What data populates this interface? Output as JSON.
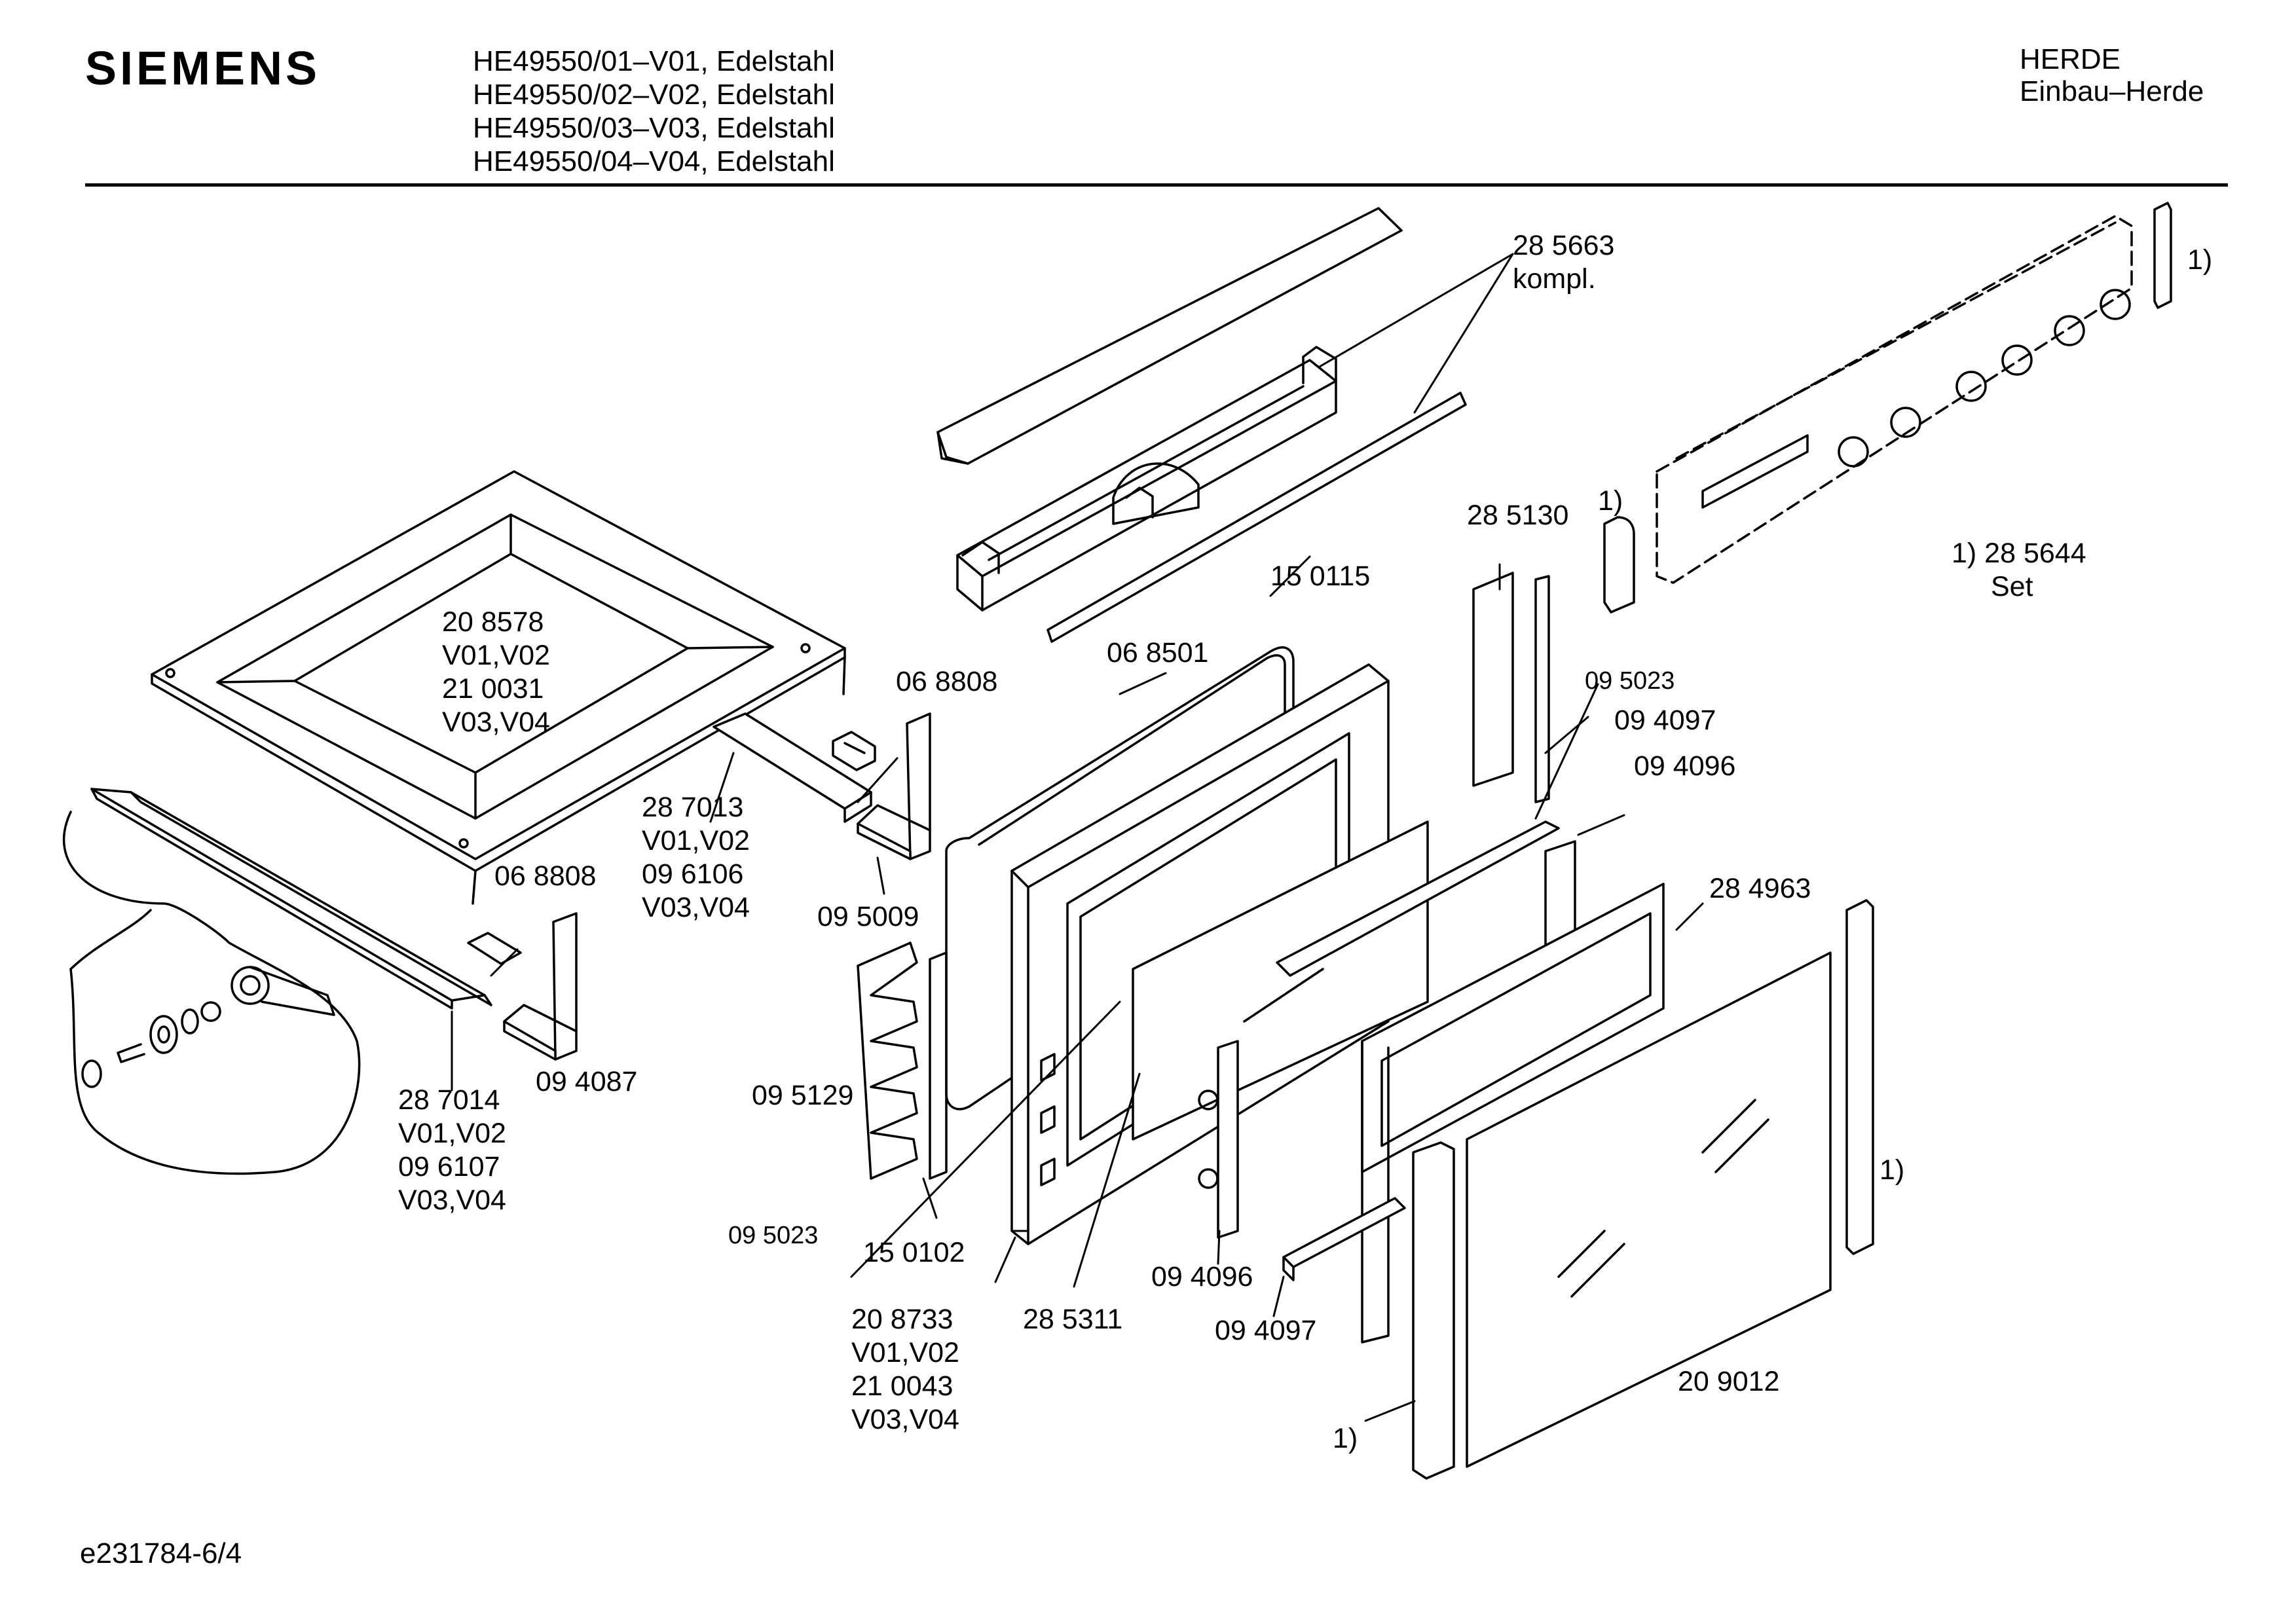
{
  "header": {
    "brand": "SIEMENS",
    "models": [
      "HE49550/01–V01, Edelstahl",
      "HE49550/02–V02, Edelstahl",
      "HE49550/03–V03, Edelstahl",
      "HE49550/04–V04, Edelstahl"
    ],
    "category": [
      "HERDE",
      "Einbau–Herde"
    ]
  },
  "callouts": {
    "handle": [
      "28 5663",
      "kompl."
    ],
    "panel_note": "1)",
    "side_strip_note": "1)",
    "set_note": [
      "1)  28 5644",
      "Set"
    ],
    "seal_strip": "15 0115",
    "hinge_right": "28 5130",
    "bracket_right": "09 5023",
    "gasket": "06 8501",
    "clip_top": "06 8808",
    "top_panel": [
      "20 8578",
      "V01,V02",
      "21 0031",
      "V03,V04"
    ],
    "rail_top": [
      "28 7013",
      "V01,V02",
      "09 6106",
      "V03,V04"
    ],
    "clip_bottom": "06 8808",
    "corner_bracket_top": "09 5009",
    "profile_top": "09 4097",
    "profile_side": "09 4096",
    "frame_right": "28 4963",
    "rail_bottom": [
      "28 7014",
      "V01,V02",
      "09 6107",
      "V03,V04"
    ],
    "corner_bracket_bottom": "09 4087",
    "hinge_left": "09 5129",
    "bracket_left": "09 5023",
    "inner_glass": "15 0102",
    "door_frame": [
      "20 8733",
      "V01,V02",
      "21 0043",
      "V03,V04"
    ],
    "inner_pane": "28 5311",
    "hinge_mid": "09 4096",
    "profile_bottom": "09 4097",
    "outer_glass": "20 9012",
    "edge_right_note": "1)",
    "edge_left_note": "1)"
  },
  "footer": {
    "doc_id": "e231784-6/4"
  }
}
